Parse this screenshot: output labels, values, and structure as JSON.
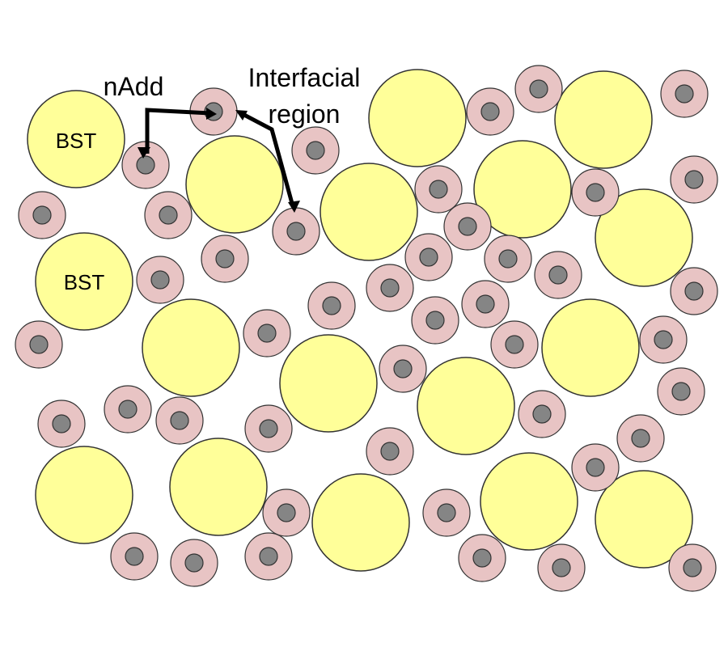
{
  "labels": {
    "bst_1": "BST",
    "bst_2": "BST",
    "nadd": "nAdd",
    "interfacial_line1": "Interfacial",
    "interfacial_line2": "region"
  },
  "colors": {
    "background": "#ffffff",
    "bst_fill": "#ffff99",
    "shell_fill": "#e8c4c4",
    "core_fill": "#858585",
    "stroke": "#333333",
    "arrow": "#000000"
  }
}
